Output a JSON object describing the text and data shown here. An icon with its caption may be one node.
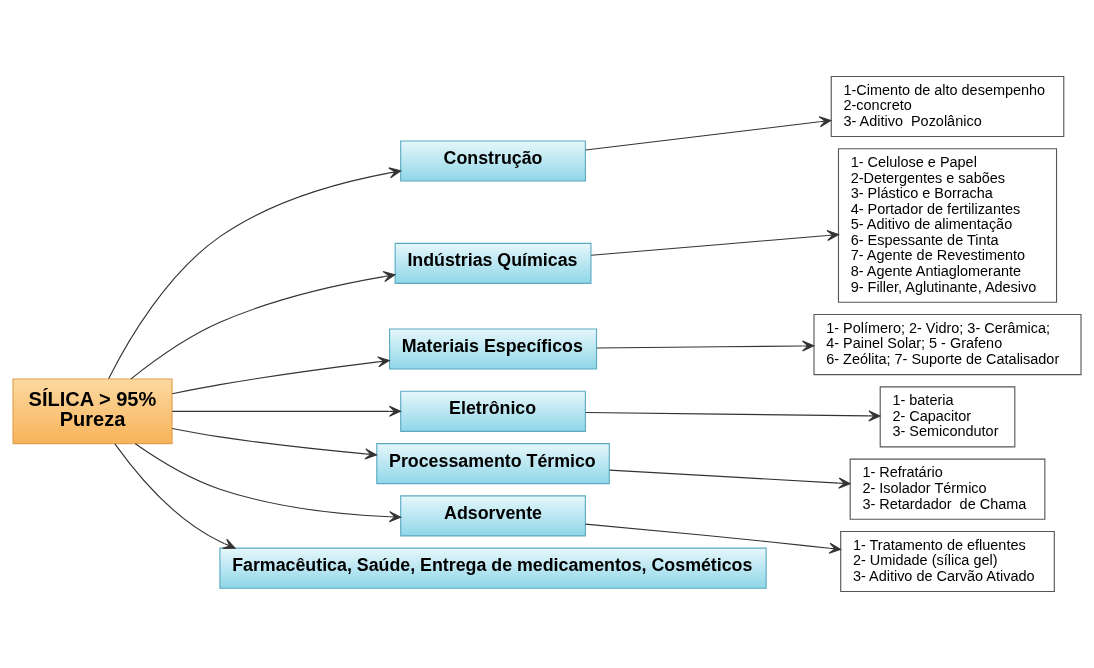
{
  "diagram": {
    "nodes": [
      {
        "text": [
          "SÍLICA > 95%",
          "Pureza"
        ]
      },
      {
        "text": [
          "Construção"
        ]
      },
      {
        "text": [
          "1-Cimento de alto desempenho",
          "2-concreto",
          "3- Aditivo  Pozolânico"
        ]
      },
      {
        "text": [
          "Indústrias Químicas"
        ]
      },
      {
        "text": [
          "1- Celulose e Papel",
          "2-Detergentes e sabões",
          "3- Plástico e Borracha",
          "4- Portador de fertilizantes",
          "5- Aditivo de alimentação",
          "6- Espessante de Tinta",
          "7- Agente de Revestimento",
          "8- Agente Antiaglomerante",
          "9- Filler, Aglutinante, Adesivo"
        ]
      },
      {
        "text": [
          "Materiais Específicos"
        ]
      },
      {
        "text": [
          "1- Polímero; 2- Vidro; 3- Cerâmica;",
          "4- Painel Solar; 5 - Grafeno",
          "6- Zeólita; 7- Suporte de Catalisador"
        ]
      },
      {
        "text": [
          "Eletrônico"
        ]
      },
      {
        "text": [
          "1- bateria",
          "2- Capacitor",
          "3- Semicondutor"
        ]
      },
      {
        "text": [
          "Processamento Térmico"
        ]
      },
      {
        "text": [
          "1- Refratário",
          "2- Isolador Térmico",
          "3- Retardador  de Chama"
        ]
      },
      {
        "text": [
          "Adsorvente"
        ]
      },
      {
        "text": [
          "1- Tratamento de efluentes",
          "2- Umidade (sílica gel)",
          "3- Aditivo de Carvão Ativado"
        ]
      },
      {
        "text": [
          "Farmacêutica, Saúde, Entrega de medicamentos, Cosméticos"
        ]
      }
    ],
    "edges": [
      {
        "from": 0,
        "to": 1,
        "arrow": "to"
      },
      {
        "from": 0,
        "to": 3,
        "arrow": "to"
      },
      {
        "from": 0,
        "to": 5,
        "arrow": "to"
      },
      {
        "from": 0,
        "to": 7,
        "arrow": "to"
      },
      {
        "from": 0,
        "to": 9,
        "arrow": "to"
      },
      {
        "from": 0,
        "to": 11,
        "arrow": "to"
      },
      {
        "from": 0,
        "to": 13,
        "arrow": "to"
      },
      {
        "from": 1,
        "to": 2,
        "arrow": "to"
      },
      {
        "from": 3,
        "to": 4,
        "arrow": "to"
      },
      {
        "from": 5,
        "to": 6,
        "arrow": "to"
      },
      {
        "from": 7,
        "to": 8,
        "arrow": "to"
      },
      {
        "from": 9,
        "to": 10,
        "arrow": "to"
      },
      {
        "from": 11,
        "to": 12,
        "arrow": "to"
      }
    ]
  }
}
